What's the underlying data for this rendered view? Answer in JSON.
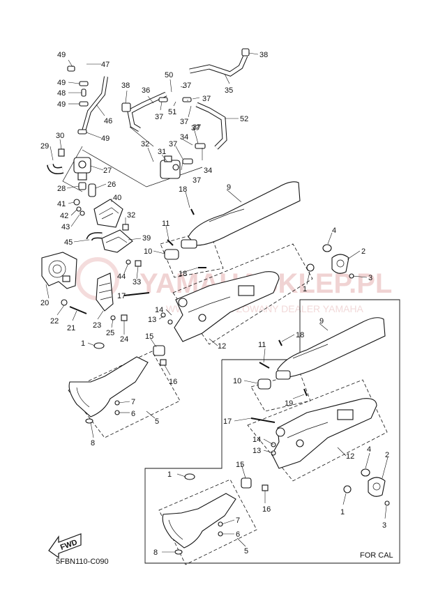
{
  "diagram": {
    "code": "5FBN110-C090",
    "variant": "FOR CAL",
    "fwd": "FWD",
    "watermark": {
      "main": "YAMAHASKLEP.PL",
      "sub": "WWW.AUTORYZOWANY DEALER YAMAHA"
    },
    "labels": [
      "49",
      "47",
      "49",
      "48",
      "49",
      "46",
      "49",
      "38",
      "36",
      "37",
      "50",
      "37",
      "51",
      "37",
      "35",
      "38",
      "37",
      "52",
      "37",
      "30",
      "29",
      "32",
      "31",
      "37",
      "34",
      "37",
      "34",
      "37",
      "27",
      "28",
      "26",
      "18",
      "9",
      "40",
      "41",
      "42",
      "43",
      "32",
      "11",
      "45",
      "39",
      "10",
      "44",
      "33",
      "18",
      "17",
      "20",
      "22",
      "21",
      "23",
      "25",
      "24",
      "14",
      "13",
      "15",
      "12",
      "16",
      "1",
      "7",
      "6",
      "5",
      "8",
      "4",
      "2",
      "3",
      "1",
      "9",
      "18",
      "11",
      "10",
      "19",
      "17",
      "14",
      "13",
      "15",
      "12",
      "16",
      "4",
      "2",
      "1",
      "3",
      "1",
      "7",
      "6",
      "5",
      "8"
    ]
  }
}
